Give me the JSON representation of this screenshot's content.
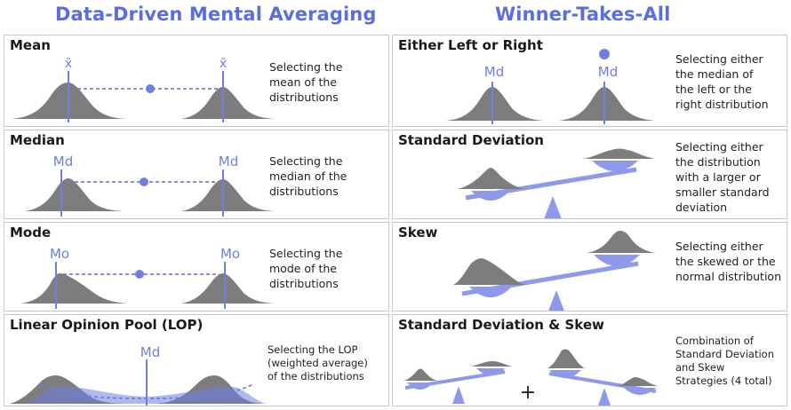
{
  "headers": {
    "left": "Data-Driven Mental Averaging",
    "right": "Winner-Takes-All"
  },
  "left_panels": [
    {
      "title": "Mean",
      "label": "x̄",
      "desc": [
        "Selecting the",
        "mean of the",
        "distributions"
      ]
    },
    {
      "title": "Median",
      "label": "Md",
      "desc": [
        "Selecting the",
        "median of the",
        "distributions"
      ]
    },
    {
      "title": "Mode",
      "label": "Mo",
      "desc": [
        "Selecting the",
        "mode of the",
        "distributions"
      ]
    },
    {
      "title": "Linear Opinion Pool (LOP)",
      "label": "Md",
      "desc": [
        "Selecting the LOP",
        "(weighted average)",
        "of the distributions"
      ]
    }
  ],
  "right_panels": [
    {
      "title": "Either Left or Right",
      "label": "Md",
      "desc": [
        "Selecting either",
        "the median of",
        "the left or the",
        "right distribution"
      ]
    },
    {
      "title": "Standard Deviation",
      "desc": [
        "Selecting either",
        "the distribution",
        "with a larger or",
        "smaller standard",
        "deviation"
      ]
    },
    {
      "title": "Skew",
      "desc": [
        "Selecting either",
        "the skewed or the",
        "normal distribution"
      ]
    },
    {
      "title": "Standard Deviation & Skew",
      "plus": "+",
      "desc": [
        "Combination of",
        "Standard Deviation",
        "and Skew",
        "Strategies (4 total)"
      ]
    }
  ],
  "colors": {
    "accent": "#6f7fe0",
    "shape": "#7d7d7d",
    "scale": "#8e99ec",
    "border": "#c8c8c8"
  }
}
